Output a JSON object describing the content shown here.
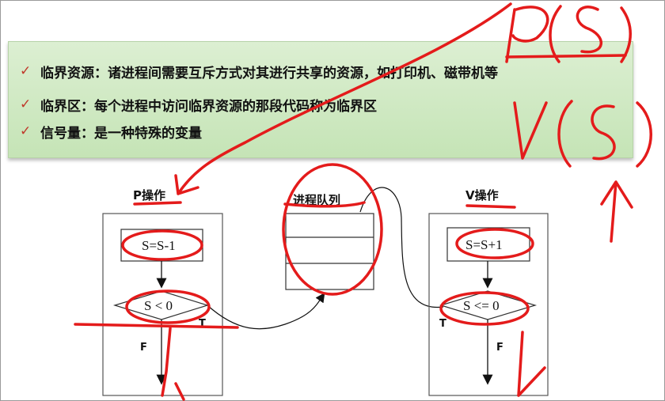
{
  "bullets": [
    {
      "text": "临界资源：诸进程间需要互斥方式对其进行共享的资源，如打印机、磁带机等"
    },
    {
      "text": "临界区：每个进程中访问临界资源的那段代码称为临界区"
    },
    {
      "text": "信号量：是一种特殊的变量"
    }
  ],
  "diagram": {
    "p_title": "P操作",
    "queue_title": "进程队列",
    "v_title": "V操作",
    "p_assign": "S=S-1",
    "p_condition": "S < 0",
    "v_assign": "S=S+1",
    "v_condition": "S <= 0",
    "label_t": "T",
    "label_f": "F"
  },
  "colors": {
    "annotation": "#e41b1b",
    "panel": "#cfe8c3",
    "check": "#c0392b"
  }
}
